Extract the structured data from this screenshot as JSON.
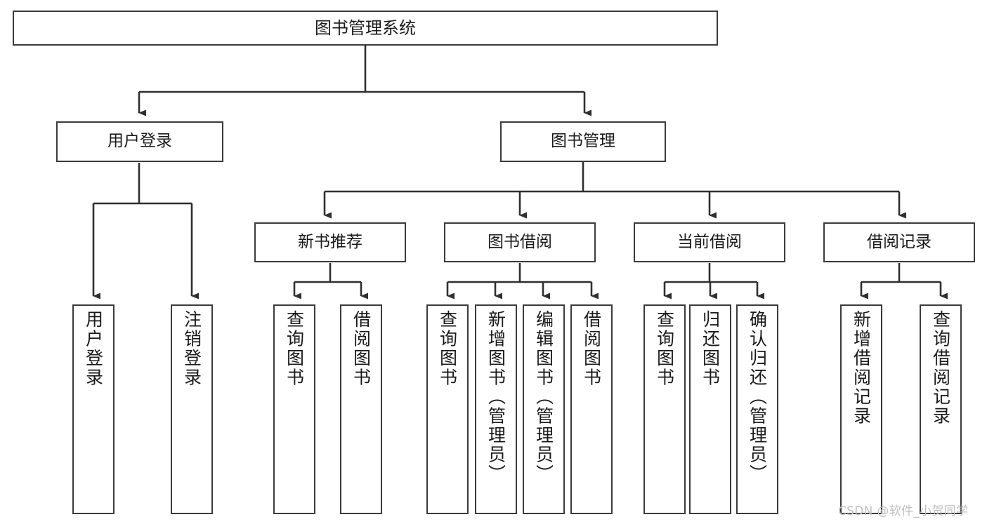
{
  "diagram": {
    "type": "tree-hierarchy",
    "title": "图书管理系统",
    "watermark": "CSDN @软件_小贺同学",
    "colors": {
      "box_border": "#3b3b3b",
      "box_fill": "#ffffff",
      "connector": "#2f2f2f",
      "text": "#1a1a1a",
      "watermark": "#bfbfbf",
      "background": "#ffffff"
    },
    "root": {
      "id": "root",
      "label": "图书管理系统",
      "orientation": "horizontal"
    },
    "level2": [
      {
        "id": "user-login",
        "label": "用户登录",
        "orientation": "horizontal"
      },
      {
        "id": "book-manage",
        "label": "图书管理",
        "orientation": "horizontal"
      }
    ],
    "level3": [
      {
        "id": "new-book-recommend",
        "label": "新书推荐",
        "orientation": "horizontal",
        "parent": "book-manage"
      },
      {
        "id": "book-borrow",
        "label": "图书借阅",
        "orientation": "horizontal",
        "parent": "book-manage"
      },
      {
        "id": "current-borrow",
        "label": "当前借阅",
        "orientation": "horizontal",
        "parent": "book-manage"
      },
      {
        "id": "borrow-record",
        "label": "借阅记录",
        "orientation": "horizontal",
        "parent": "book-manage"
      }
    ],
    "leaves": [
      {
        "id": "leaf-user-login",
        "label": "用户登录",
        "orientation": "vertical",
        "parent": "user-login"
      },
      {
        "id": "leaf-user-logout",
        "label": "注销登录",
        "orientation": "vertical",
        "parent": "user-login"
      },
      {
        "id": "leaf-query-book-1",
        "label": "查询图书",
        "orientation": "vertical",
        "parent": "new-book-recommend"
      },
      {
        "id": "leaf-borrow-book-1",
        "label": "借阅图书",
        "orientation": "vertical",
        "parent": "new-book-recommend"
      },
      {
        "id": "leaf-query-book-2",
        "label": "查询图书",
        "orientation": "vertical",
        "parent": "book-borrow"
      },
      {
        "id": "leaf-add-book",
        "label": "新增图书（管理员）",
        "orientation": "vertical",
        "parent": "book-borrow"
      },
      {
        "id": "leaf-edit-book",
        "label": "编辑图书（管理员）",
        "orientation": "vertical",
        "parent": "book-borrow"
      },
      {
        "id": "leaf-borrow-book-2",
        "label": "借阅图书",
        "orientation": "vertical",
        "parent": "book-borrow"
      },
      {
        "id": "leaf-query-book-3",
        "label": "查询图书",
        "orientation": "vertical",
        "parent": "current-borrow"
      },
      {
        "id": "leaf-return-book",
        "label": "归还图书",
        "orientation": "vertical",
        "parent": "current-borrow"
      },
      {
        "id": "leaf-confirm-return",
        "label": "确认归还（管理员）",
        "orientation": "vertical",
        "parent": "current-borrow"
      },
      {
        "id": "leaf-add-record",
        "label": "新增借阅记录",
        "orientation": "vertical",
        "parent": "borrow-record"
      },
      {
        "id": "leaf-query-record",
        "label": "查询借阅记录",
        "orientation": "vertical",
        "parent": "borrow-record"
      }
    ]
  }
}
